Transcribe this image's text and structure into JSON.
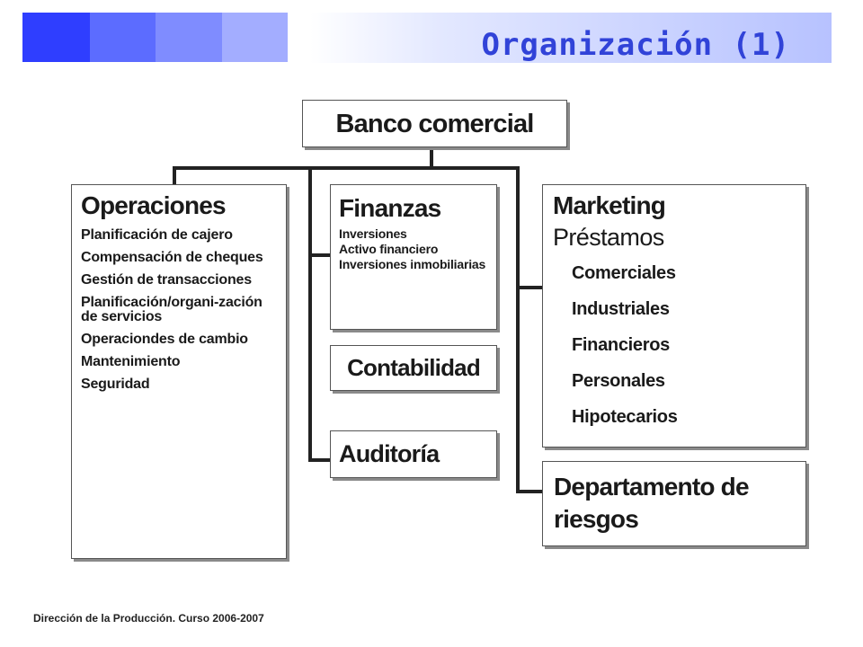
{
  "header": {
    "title": "Organización (1)"
  },
  "org_chart": {
    "root": "Banco comercial",
    "operaciones": {
      "title": "Operaciones",
      "items": [
        "Planificación de cajero",
        "Compensación de cheques",
        "Gestión de transacciones",
        "Planificación/organi-zación de servicios",
        "Operaciondes de cambio",
        "Mantenimiento",
        "Seguridad"
      ]
    },
    "finanzas": {
      "title": "Finanzas",
      "items": [
        "Inversiones",
        "Activo financiero",
        "Inversiones inmobiliarias"
      ]
    },
    "contabilidad": "Contabilidad",
    "auditoria": "Auditoría",
    "marketing": {
      "title": "Marketing",
      "subtitle": "Préstamos",
      "items": [
        "Comerciales",
        "Industriales",
        "Financieros",
        "Personales",
        "Hipotecarios"
      ]
    },
    "riesgos": "Departamento de riesgos"
  },
  "footer": {
    "text": "Dirección de la Producción. Curso 2006-2007"
  },
  "colors": {
    "title": "#3143d8",
    "tile_1": "#2f3eff",
    "tile_2": "#5c6cff",
    "tile_3": "#7f8cff",
    "tile_4": "#a3adff"
  }
}
